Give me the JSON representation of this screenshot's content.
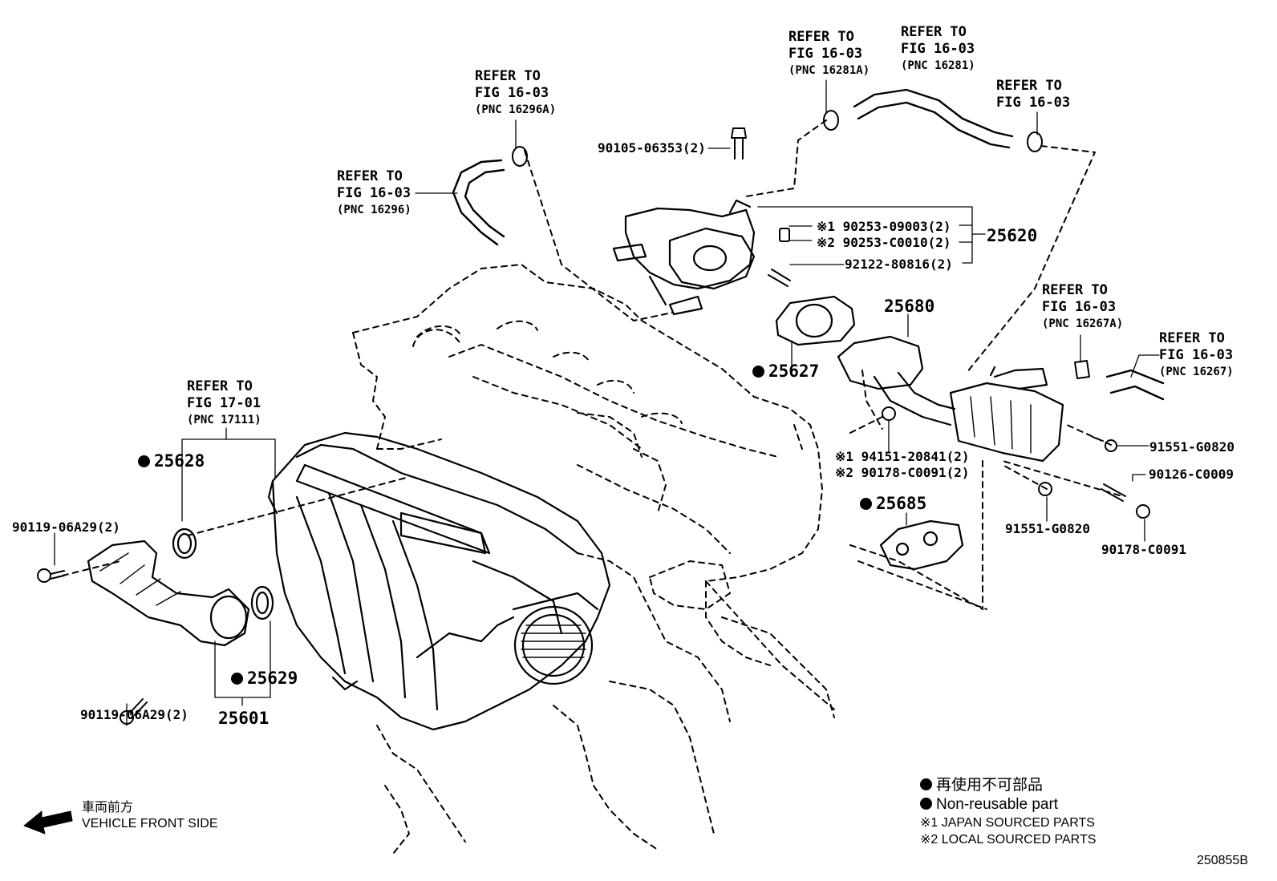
{
  "refs": {
    "r16281a": {
      "l1": "REFER TO",
      "l2": "FIG 16-03",
      "l3": "(PNC 16281A)"
    },
    "r16281": {
      "l1": "REFER TO",
      "l2": "FIG 16-03",
      "l3": "(PNC 16281)"
    },
    "r1603": {
      "l1": "REFER TO",
      "l2": "FIG 16-03"
    },
    "r16296a": {
      "l1": "REFER TO",
      "l2": "FIG 16-03",
      "l3": "(PNC 16296A)"
    },
    "r16296": {
      "l1": "REFER TO",
      "l2": "FIG 16-03",
      "l3": "(PNC 16296)"
    },
    "r17111": {
      "l1": "REFER TO",
      "l2": "FIG 17-01",
      "l3": "(PNC 17111)"
    },
    "r16267a": {
      "l1": "REFER TO",
      "l2": "FIG 16-03",
      "l3": "(PNC 16267A)"
    },
    "r16267": {
      "l1": "REFER TO",
      "l2": "FIG 16-03",
      "l3": "(PNC 16267)"
    }
  },
  "parts": {
    "p90105": "90105-06353(2)",
    "p90253a": "※1 90253-09003(2)",
    "p90253b": "※2 90253-C0010(2)",
    "p92122": "92122-80816(2)",
    "p25620": "25620",
    "p25680": "25680",
    "p25627": "25627",
    "p25628": "25628",
    "p90119a": "90119-06A29(2)",
    "p90119b": "90119-06A29(2)",
    "p25629": "25629",
    "p25601": "25601",
    "p94151": "※1 94151-20841(2)",
    "p90178a": "※2 90178-C0091(2)",
    "p91551a": "91551-G0820",
    "p90126": "90126-C0009",
    "p91551b": "91551-G0820",
    "p90178b": "90178-C0091",
    "p25685": "25685"
  },
  "legend": {
    "jp": "再使用不可部品",
    "en": "Non-reusable part",
    "s1": "※1  JAPAN SOURCED PARTS",
    "s2": "※2  LOCAL SOURCED PARTS"
  },
  "front": {
    "jp": "車両前方",
    "en": "VEHICLE FRONT SIDE"
  },
  "figure_code": "250855B"
}
